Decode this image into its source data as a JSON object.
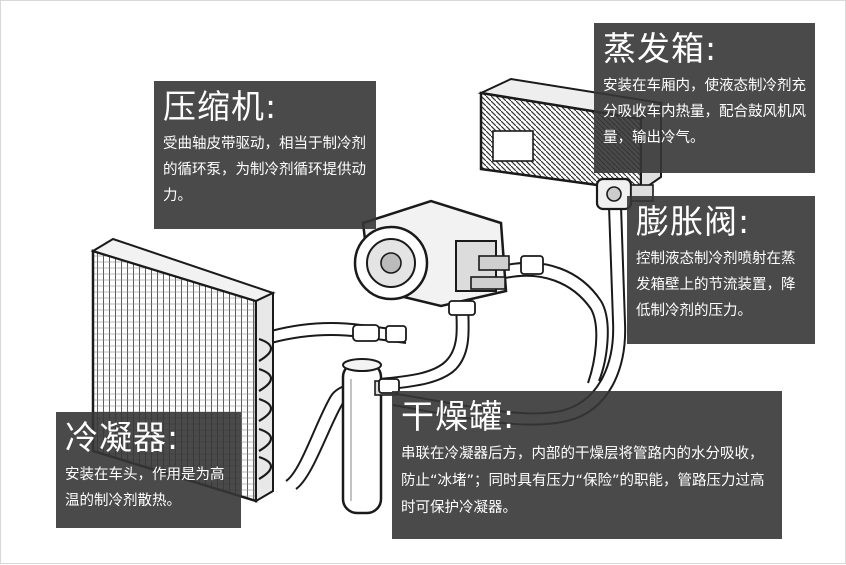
{
  "components": {
    "compressor": {
      "title": "压缩机:",
      "desc": "受曲轴皮带驱动，相当于制冷剂的循环泵，为制冷剂循环提供动力。"
    },
    "evaporator": {
      "title": "蒸发箱:",
      "desc": "安装在车厢内，使液态制冷剂充分吸收车内热量，配合鼓风机风量，输出冷气。"
    },
    "expansion_valve": {
      "title": "膨胀阀:",
      "desc": "控制液态制冷剂喷射在蒸发箱壁上的节流装置，降低制冷剂的压力。"
    },
    "condenser": {
      "title": "冷凝器:",
      "desc": "安装在车头，作用是为高温的制冷剂散热。"
    },
    "receiver_drier": {
      "title": "干燥罐:",
      "desc": "串联在冷凝器后方，内部的干燥层将管路内的水分吸收，防止“冰堵”；同时具有压力“保险”的职能，管路压力过高时可保护冷凝器。"
    }
  },
  "colors": {
    "callout_bg": "#363636",
    "line_art": "#1a1a1a"
  }
}
